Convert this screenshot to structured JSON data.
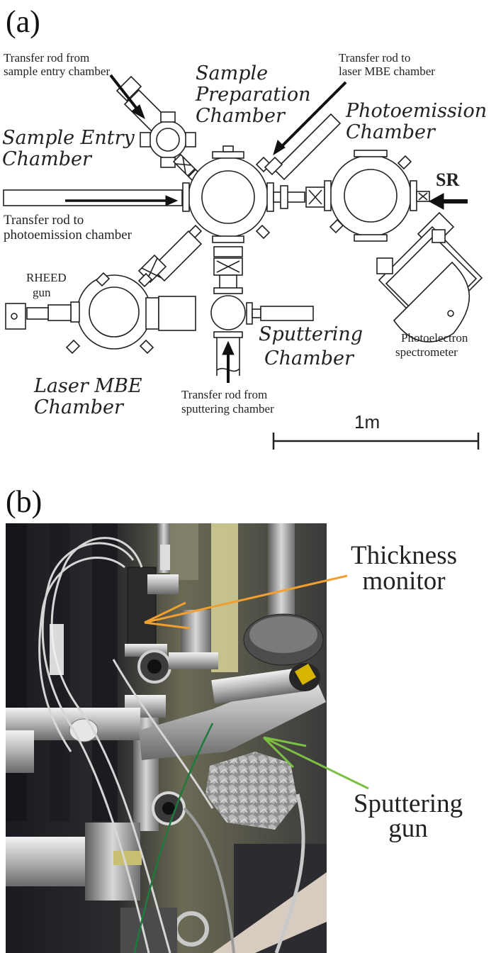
{
  "panel_a": {
    "panel_label": "(a)",
    "labels": {
      "rod_from_entry_1": "Transfer rod from",
      "rod_from_entry_2": "sample entry chamber",
      "rod_to_mbe_1": "Transfer rod to",
      "rod_to_mbe_2": "laser MBE chamber",
      "prep_1": "Sample",
      "prep_2": "Preparation",
      "prep_3": "Chamber",
      "photo_1": "Photoemission",
      "photo_2": "Chamber",
      "entry_1": "Sample Entry",
      "entry_2": "Chamber",
      "sr": "SR",
      "rod_to_photo_1": "Transfer rod to",
      "rod_to_photo_2": "photoemission chamber",
      "rheed_1": "RHEED",
      "rheed_2": "gun",
      "sputter_1": "Sputtering",
      "sputter_2": "Chamber",
      "spectrometer_1": "Photoelectron",
      "spectrometer_2": "spectrometer",
      "mbe_1": "Laser MBE",
      "mbe_2": "Chamber",
      "rod_from_sputter_1": "Transfer rod from",
      "rod_from_sputter_2": "sputtering chamber",
      "scale": "1m"
    }
  },
  "panel_b": {
    "panel_label": "(b)",
    "labels": {
      "thickness_1": "Thickness",
      "thickness_2": "monitor",
      "sputtering_gun_1": "Sputtering",
      "sputtering_gun_2": "gun"
    },
    "colors": {
      "thickness_arrow": "#F0A030",
      "sputtering_arrow": "#7CC043"
    }
  }
}
